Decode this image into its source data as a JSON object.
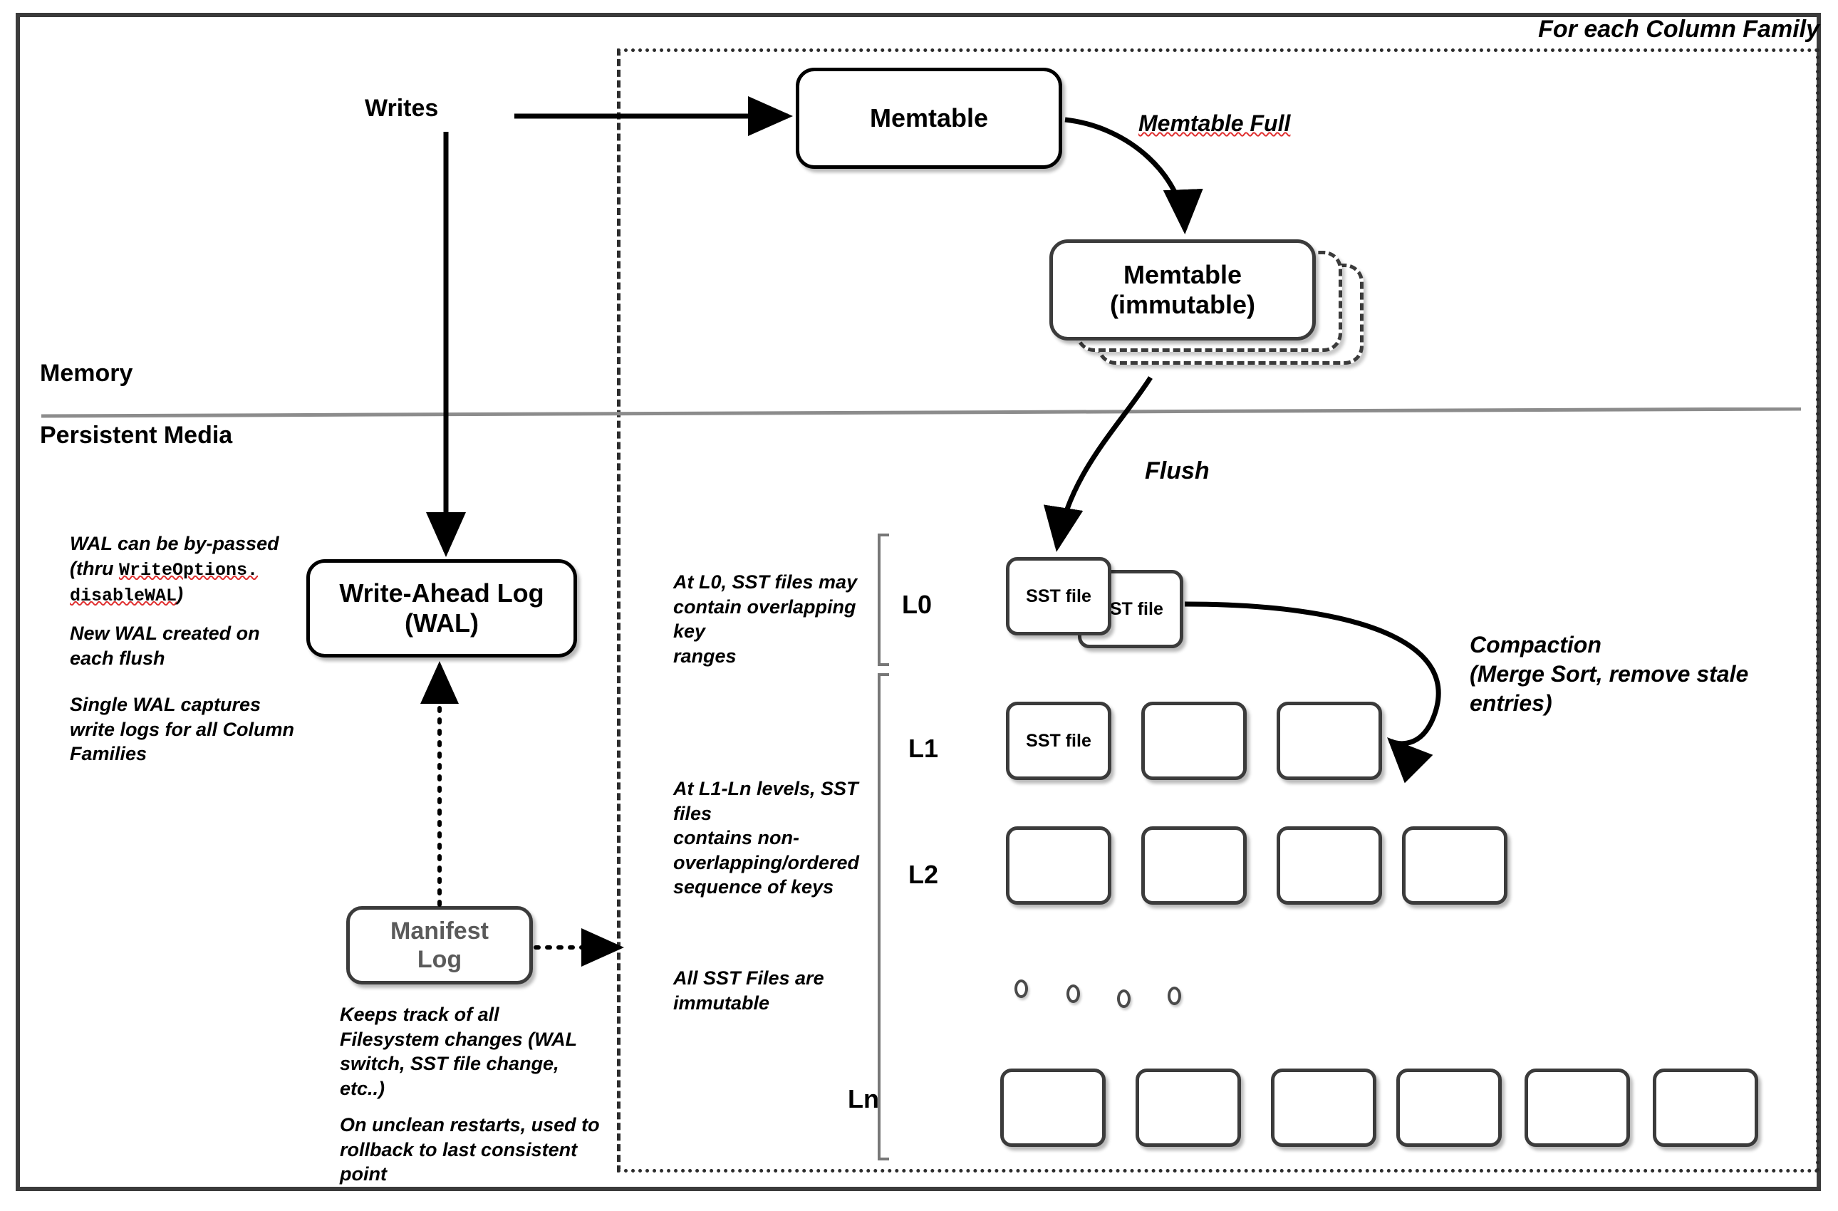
{
  "diagram": {
    "title_note": "For each Column Family",
    "memory_label": "Memory",
    "persistent_label": "Persistent Media"
  },
  "flow": {
    "writes_label": "Writes",
    "memtable_label": "Memtable",
    "memtable_full_label": "Memtable Full",
    "memtable_immutable_label": "Memtable\n(immutable)",
    "flush_label": "Flush",
    "compaction_label": "Compaction\n(Merge Sort, remove stale\nentries)"
  },
  "wal": {
    "box_label": "Write-Ahead Log\n(WAL)",
    "note_1_prefix": "WAL can be by-passed\n(thru ",
    "note_1_code_a": "WriteOptions.",
    "note_1_code_b": "disableWAL",
    "note_1_suffix": ")",
    "note_2": "New WAL created on\neach flush",
    "note_3": "Single WAL captures\nwrite logs for all Column\nFamilies"
  },
  "manifest": {
    "box_label": "Manifest\nLog",
    "note_1": "Keeps track of all\nFilesystem changes (WAL\nswitch, SST file change,\netc..)",
    "note_2": "On unclean restarts, used to\nrollback to last consistent\npoint"
  },
  "levels": {
    "notes": {
      "l0_note": "At L0, SST files may\ncontain overlapping key\nranges",
      "l1ln_note": "At L1-Ln levels, SST files\ncontains non-\noverlapping/ordered\nsequence of keys",
      "immutable_note": "All SST Files are\nimmutable"
    },
    "rows": [
      {
        "name": "L0",
        "label": "L0",
        "boxes": [
          "SST file",
          ""
        ]
      },
      {
        "name": "L1",
        "label": "L1",
        "boxes": [
          "SST file",
          "",
          ""
        ]
      },
      {
        "name": "L2",
        "label": "L2",
        "boxes": [
          "",
          "",
          "",
          ""
        ]
      },
      {
        "name": "Ln",
        "label": "Ln",
        "boxes": [
          "",
          "",
          "",
          "",
          "",
          ""
        ]
      }
    ],
    "ellipsis_dots": 4
  },
  "colors": {
    "frame": "#3b3b3b",
    "node_border": "#3b3b3b",
    "divider": "#8c8c8c",
    "spellcheck": "#e03030",
    "manifest_text": "#5a5a5a"
  }
}
